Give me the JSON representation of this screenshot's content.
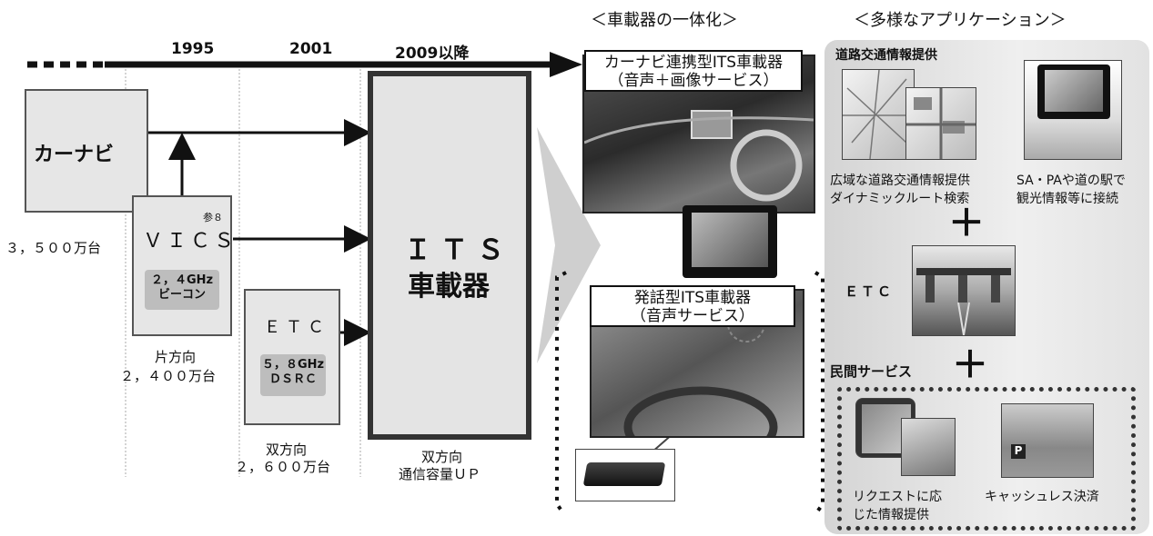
{
  "timeline": {
    "years": [
      "1995",
      "2001",
      "2009以降"
    ]
  },
  "carnavi": {
    "label": "カーナビ",
    "count": "３，５００万台"
  },
  "vics": {
    "label": "ＶＩＣＳ",
    "ref": "参８",
    "band": "２，４GHz",
    "tech": "ビーコン",
    "direction": "片方向",
    "count": "２，４００万台"
  },
  "etc_left": {
    "label": "ＥＴＣ",
    "band": "５，８GHz",
    "tech": "ＤＳＲＣ",
    "direction": "双方向",
    "count": "２，６００万台"
  },
  "its": {
    "line1": "ＩＴＳ",
    "line2": "車載器",
    "direction": "双方向",
    "capacity": "通信容量ＵＰ"
  },
  "center": {
    "heading": "＜車載器の一体化＞",
    "device1_line1": "カーナビ連携型ITS車載器",
    "device1_line2": "（音声＋画像サービス）",
    "device2_line1": "発話型ITS車載器",
    "device2_line2": "（音声サービス）"
  },
  "right": {
    "heading": "＜多様なアプリケーション＞",
    "road_info_title": "道路交通情報提供",
    "road_info_cap1": "広域な道路交通情報提供",
    "road_info_cap2": "ダイナミックルート検索",
    "sa_cap1": "SA・PAや道の駅で",
    "sa_cap2": "観光情報等に接続",
    "etc_label": "ＥＴＣ",
    "private_title": "民間サービス",
    "private_cap1_line1": "リクエストに応",
    "private_cap1_line2": "じた情報提供",
    "private_cap2": "キャッシュレス決済",
    "plus": "＋"
  },
  "icons": {
    "cockpit_photo": "car-dashboard-photo",
    "truck_photo": "truck-cabin-photo",
    "device_photo": "onboard-unit-photo"
  }
}
